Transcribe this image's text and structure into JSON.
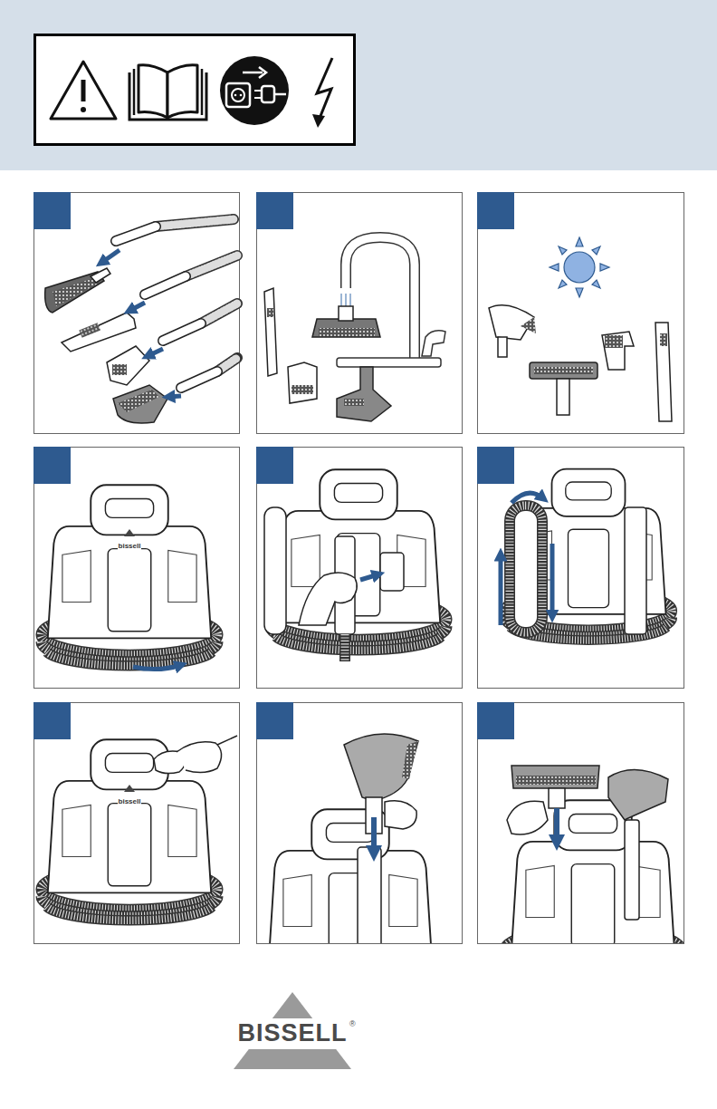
{
  "diagram": {
    "labels": [
      "bissell",
      "bissell",
      "BISSELL",
      "®"
    ]
  }
}
